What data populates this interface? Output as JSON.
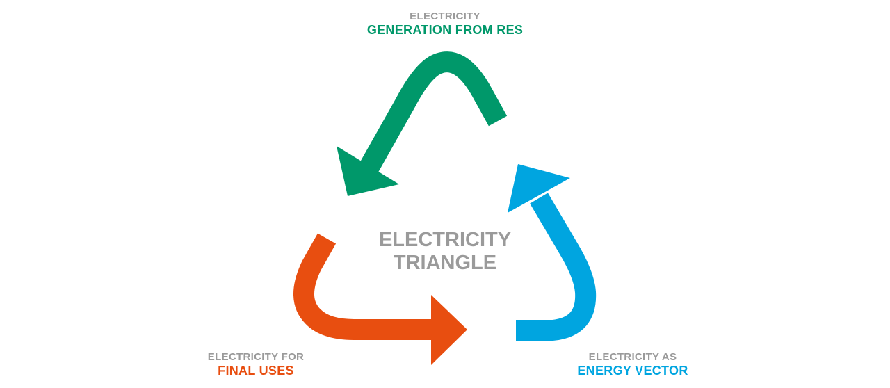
{
  "colors": {
    "gray": "#9a9a9a",
    "green": "#00986a",
    "orange": "#e84e10",
    "blue": "#00a5e0"
  },
  "center": {
    "line1": "ELECTRICITY",
    "line2": "TRIANGLE"
  },
  "nodes": [
    {
      "id": "top",
      "small": "ELECTRICITY",
      "big": "GENERATION FROM RES",
      "color_key": "green",
      "arrow_icon": "curved-arrow-green-icon"
    },
    {
      "id": "left",
      "small": "ELECTRICITY FOR",
      "big": "FINAL USES",
      "color_key": "orange",
      "arrow_icon": "curved-arrow-orange-icon"
    },
    {
      "id": "right",
      "small": "ELECTRICITY AS",
      "big": "ENERGY VECTOR",
      "color_key": "blue",
      "arrow_icon": "curved-arrow-blue-icon"
    }
  ]
}
